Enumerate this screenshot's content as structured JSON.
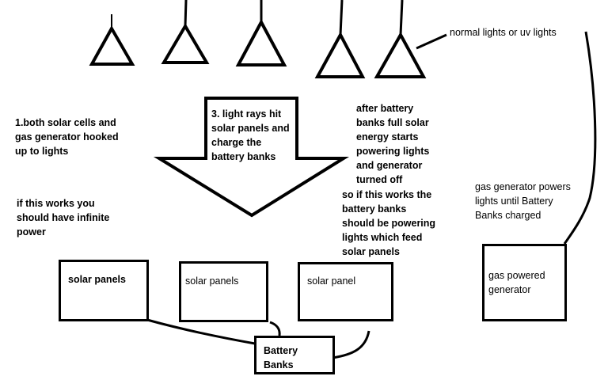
{
  "colors": {
    "ink": "#000000",
    "background": "#ffffff"
  },
  "notes": {
    "lights": "normal lights or uv lights",
    "step1": "1.both solar cells and\ngas generator hooked\nup to lights",
    "step3": "3. light rays hit\nsolar panels and\ncharge the\nbattery banks",
    "after_full": "after battery\nbanks full solar\nenergy starts\npowering lights\nand generator\nturned off",
    "infinite": "if this works you\nshould have infinite\npower",
    "feedback": "so if this works the\nbattery banks\nshould be powering\nlights which feed\nsolar panels",
    "generator_note": "gas generator powers\nlights until Battery\nBanks charged"
  },
  "boxes": {
    "panel1": "solar panels",
    "panel2": "solar panels",
    "panel3": "solar panel",
    "generator": "gas powered\ngenerator",
    "battery": "Battery\nBanks"
  }
}
